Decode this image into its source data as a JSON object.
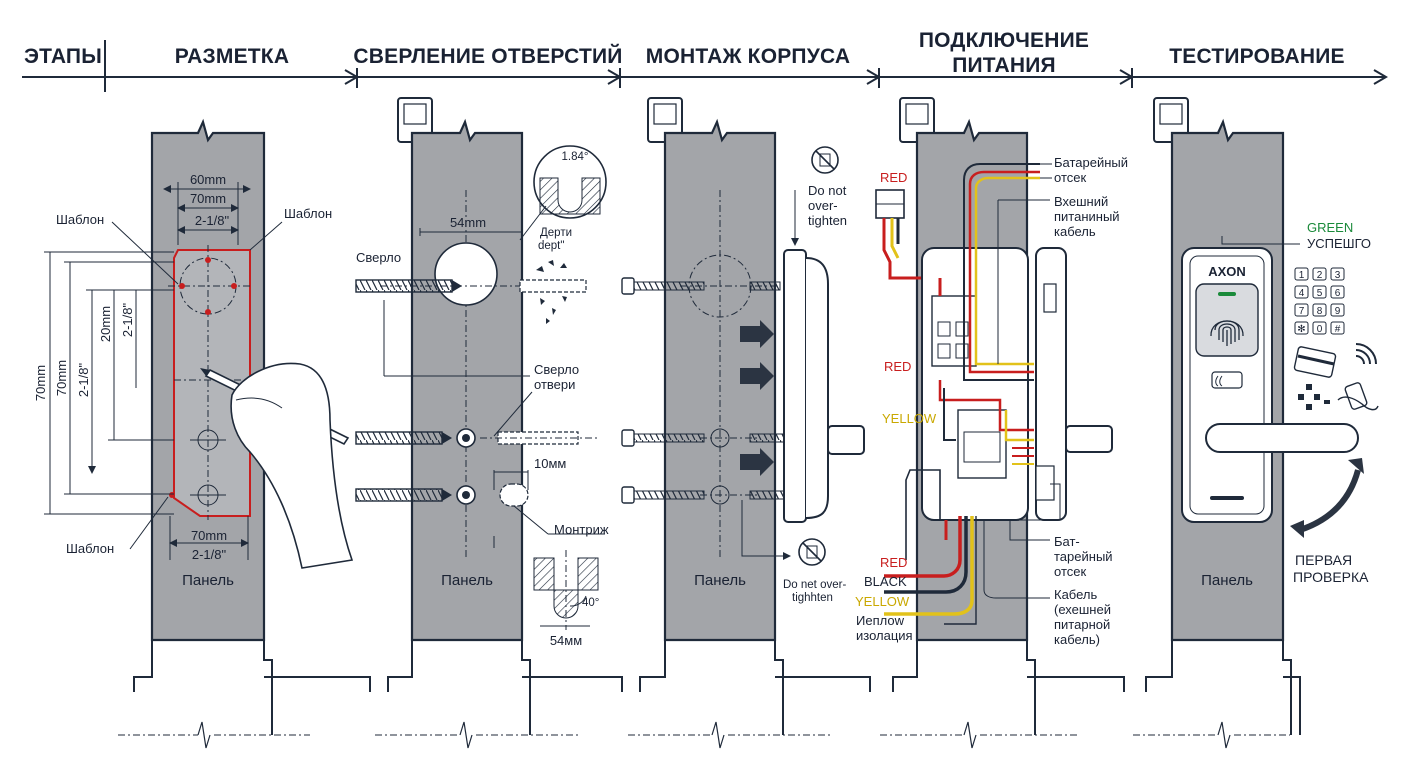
{
  "header": {
    "stages_label": "ЭТАПЫ",
    "steps": [
      {
        "title": "РАЗМЕТКА"
      },
      {
        "title": "СВЕРЛЕНИЕ ОТВЕРСТИЙ"
      },
      {
        "title": "МОНТАЖ КОРПУСА"
      },
      {
        "title_line1": "ПОДКЛЮЧЕНИЕ",
        "title_line2": "ПИТАНИЯ"
      },
      {
        "title": "ТЕСТИРОВАНИЕ"
      }
    ]
  },
  "panel_label": "Панель",
  "marking": {
    "template_top_left": "Шаблон",
    "template_top_right": "Шаблон",
    "template_bottom": "Шаблон",
    "dim_60mm": "60mm",
    "dim_70mm_top": "70mm",
    "dim_2_1_8_top": "2-1/8\"",
    "dim_70mm_v1": "70mm",
    "dim_70mm_v2": "70mm",
    "dim_2_1_8_v": "2-1/8\"",
    "dim_20mm": "20mm",
    "dim_2_1_8_v2": "2-1/8\"",
    "dim_70mm_bottom": "70mm",
    "dim_2_1_8_bottom": "2-1/8\""
  },
  "drilling": {
    "angle": "1.84°",
    "dim_54mm": "54mm",
    "depth_label_1": "Дерти",
    "depth_label_2": "dept\"",
    "drill_label": "Сверло",
    "drill_hole_1": "Сверло",
    "drill_hole_2": "отвери",
    "dim_10mm": "10мм",
    "mounting_label": "Монтриж",
    "angle_40": "40°",
    "dim_54mm_bottom": "54мм"
  },
  "mounting": {
    "warn_top_1": "Do not",
    "warn_top_2": "over-",
    "warn_top_3": "tighten",
    "warn_bottom_1": "Do net over-",
    "warn_bottom_2": "tighhten"
  },
  "power": {
    "red_top": "RED",
    "battery_top_1": "Батарейный",
    "battery_top_2": "отсек",
    "ext_power_1": "Вхешний",
    "ext_power_2": "питаниный",
    "ext_power_3": "кабель",
    "red_mid": "RED",
    "yellow_mid": "YELLOW",
    "battery_bot_1": "Бат-",
    "battery_bot_2": "тарейный",
    "battery_bot_3": "отсек",
    "red_bot": "RED",
    "black_bot": "BLACK",
    "yellow_bot": "YELLOW",
    "insulation_1": "Иеплоw",
    "insulation_2": "изолация",
    "cable_1": "Кабель",
    "cable_2": "(ехешней",
    "cable_3": "питарной",
    "cable_4": "кабель)"
  },
  "testing": {
    "green": "GREEN",
    "success": "УСПЕШГО",
    "brand": "AXON",
    "keys": [
      "1",
      "2",
      "3",
      "4",
      "5",
      "6",
      "7",
      "8",
      "9",
      "✻",
      "0",
      "#"
    ],
    "first_check_1": "ПЕРВАЯ",
    "first_check_2": "ПРОВЕРКА"
  },
  "colors": {
    "panel": "#a3a5a9",
    "line": "#1f2a3a",
    "red": "#c81e1e",
    "yellow": "#e2c21a",
    "green": "#1a8a3a"
  }
}
